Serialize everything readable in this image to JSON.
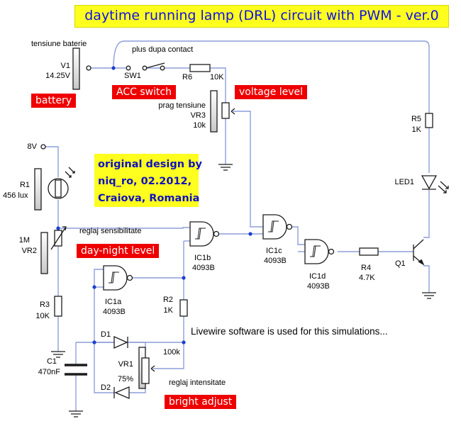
{
  "title": "daytime running lamp (DRL) circuit with PWM - ver.0",
  "note": "original design by\nniq_ro, 02.2012,\nCraiova, Romania",
  "red_labels": {
    "battery": "battery",
    "acc_switch": "ACC switch",
    "voltage_level": "voltage level",
    "day_night": "day-night level",
    "bright_adjust": "bright adjust"
  },
  "components": {
    "v1_desc": "tensiune baterie",
    "v1_name": "V1",
    "v1_value": "14.25V",
    "sw1_desc": "plus dupa contact",
    "sw1_name": "SW1",
    "r6_name": "R6",
    "r6_value": "10K",
    "vr3_desc": "prag tensiune",
    "vr3_name": "VR3",
    "vr3_value": "10k",
    "r5_name": "R5",
    "r5_value": "1K",
    "led1_name": "LED1",
    "supply_8v": "8V",
    "r1_name": "R1",
    "r1_value": "456 lux",
    "vr2_desc": "reglaj sensibilitate",
    "vr2_name": "VR2",
    "vr2_value": "1M",
    "r3_name": "R3",
    "r3_value": "10K",
    "c1_name": "C1",
    "c1_value": "470nF",
    "ic1a_name": "IC1a",
    "ic1a_part": "4093B",
    "ic1b_name": "IC1b",
    "ic1b_part": "4093B",
    "ic1c_name": "IC1c",
    "ic1c_part": "4093B",
    "ic1d_name": "IC1d",
    "ic1d_part": "4093B",
    "r2_name": "R2",
    "r2_value": "1K",
    "d1_name": "D1",
    "d2_name": "D2",
    "vr1_name": "VR1",
    "vr1_value": "75%",
    "vr1_res": "100k",
    "vr1_desc": "reglaj intensitate",
    "r4_name": "R4",
    "r4_value": "4.7K",
    "q1_name": "Q1"
  },
  "sim_note": "Livewire software is used for this simulations...",
  "colors": {
    "wire": "#8e9ed8",
    "component": "#1c1c1c",
    "slider_fill": "#c9c9c9",
    "title_bg": "#ffff1f",
    "title_text": "#1010e8",
    "label_red": "#ef0000"
  }
}
